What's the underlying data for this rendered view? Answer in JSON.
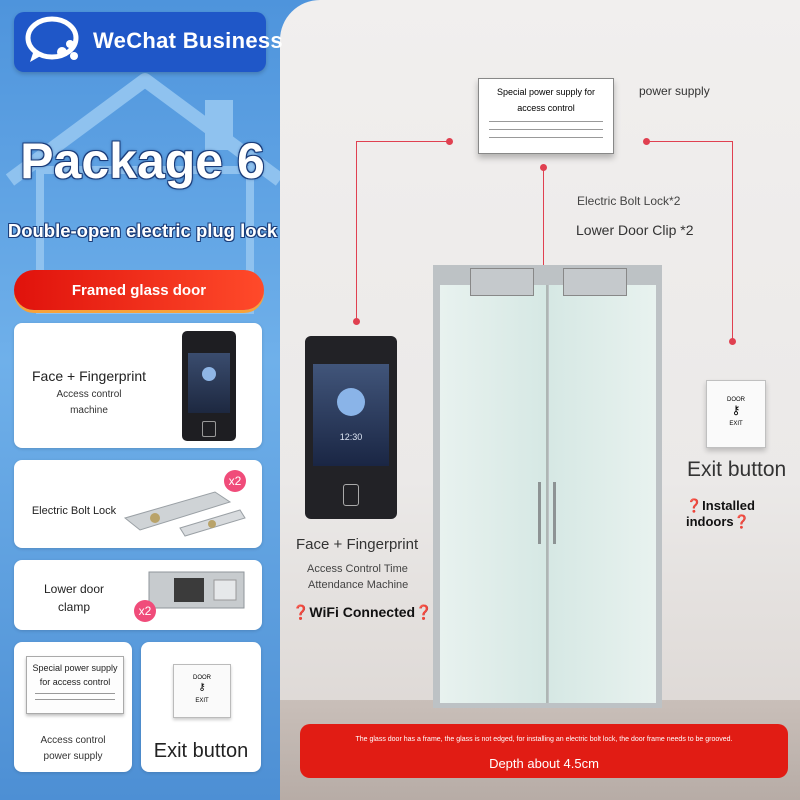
{
  "brand": {
    "name": "WeChat Business"
  },
  "package": {
    "title": "Package 6",
    "subtitle": "Double-open electric plug lock",
    "door_type": "Framed glass door"
  },
  "cards": {
    "face": {
      "title": "Face + Fingerprint",
      "line1": "Access control",
      "line2": "machine"
    },
    "bolt": {
      "title": "Electric Bolt Lock",
      "badge": "x2"
    },
    "clamp": {
      "title_line1": "Lower door",
      "title_line2": "clamp",
      "badge": "x2"
    },
    "power": {
      "label_line1": "Special power supply",
      "label_line2": "for access control",
      "caption_line1": "Access control",
      "caption_line2": "power supply"
    },
    "exit": {
      "title": "Exit button",
      "plate_line1": "DOOR",
      "plate_line2": "EXIT"
    }
  },
  "diagram": {
    "psu_label_line1": "Special power supply for",
    "psu_label_line2": "access control",
    "psu_tag": "power supply",
    "bolt_note": "Electric Bolt Lock*2",
    "clip_note": "Lower Door Clip *2",
    "device_title": "Face + Fingerprint",
    "device_line1": "Access Control Time",
    "device_line2": "Attendance Machine",
    "device_note": "❓WiFi Connected❓",
    "device_time": "12:30",
    "exit_title": "Exit button",
    "exit_note": "❓Installed indoors❓",
    "exit_plate_line1": "DOOR",
    "exit_plate_line2": "EXIT"
  },
  "footer": {
    "note": "The glass door has a frame, the glass is not edged, for installing an electric bolt lock, the door frame needs to be grooved.",
    "depth": "Depth about 4.5cm"
  },
  "colors": {
    "accent_red": "#e11c14",
    "brand_blue": "#1f57c8",
    "wire": "#e04050"
  }
}
